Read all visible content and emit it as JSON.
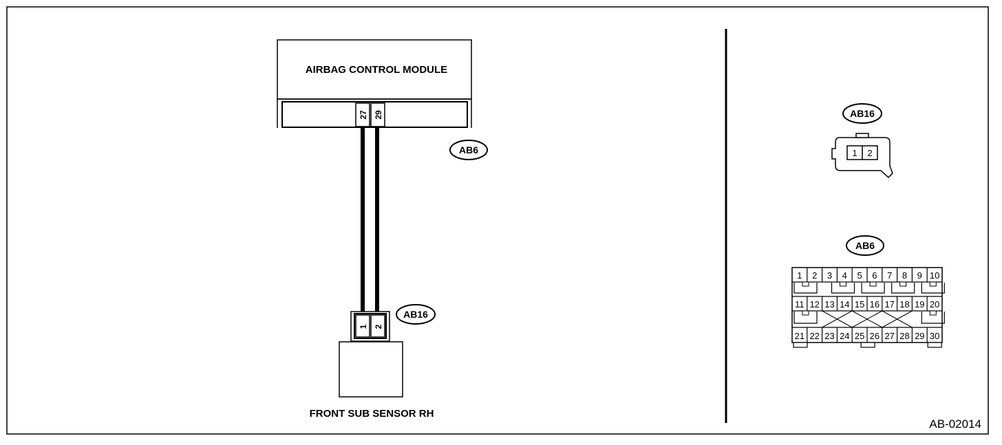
{
  "module": {
    "name": "AIRBAG CONTROL MODULE",
    "connector": "AB6",
    "pins": [
      "27",
      "29"
    ]
  },
  "sensor": {
    "name": "FRONT SUB SENSOR RH",
    "connector": "AB16",
    "pins": [
      "1",
      "2"
    ]
  },
  "connector_views": {
    "ab16": {
      "label": "AB16",
      "pins": [
        "1",
        "2"
      ]
    },
    "ab6": {
      "label": "AB6",
      "row1": [
        "1",
        "2",
        "3",
        "4",
        "5",
        "6",
        "7",
        "8",
        "9",
        "10"
      ],
      "row2": [
        "11",
        "12",
        "13",
        "14",
        "15",
        "16",
        "17",
        "18",
        "19",
        "20"
      ],
      "row3": [
        "21",
        "22",
        "23",
        "24",
        "25",
        "26",
        "27",
        "28",
        "29",
        "30"
      ]
    }
  },
  "diagram_code": "AB-02014"
}
